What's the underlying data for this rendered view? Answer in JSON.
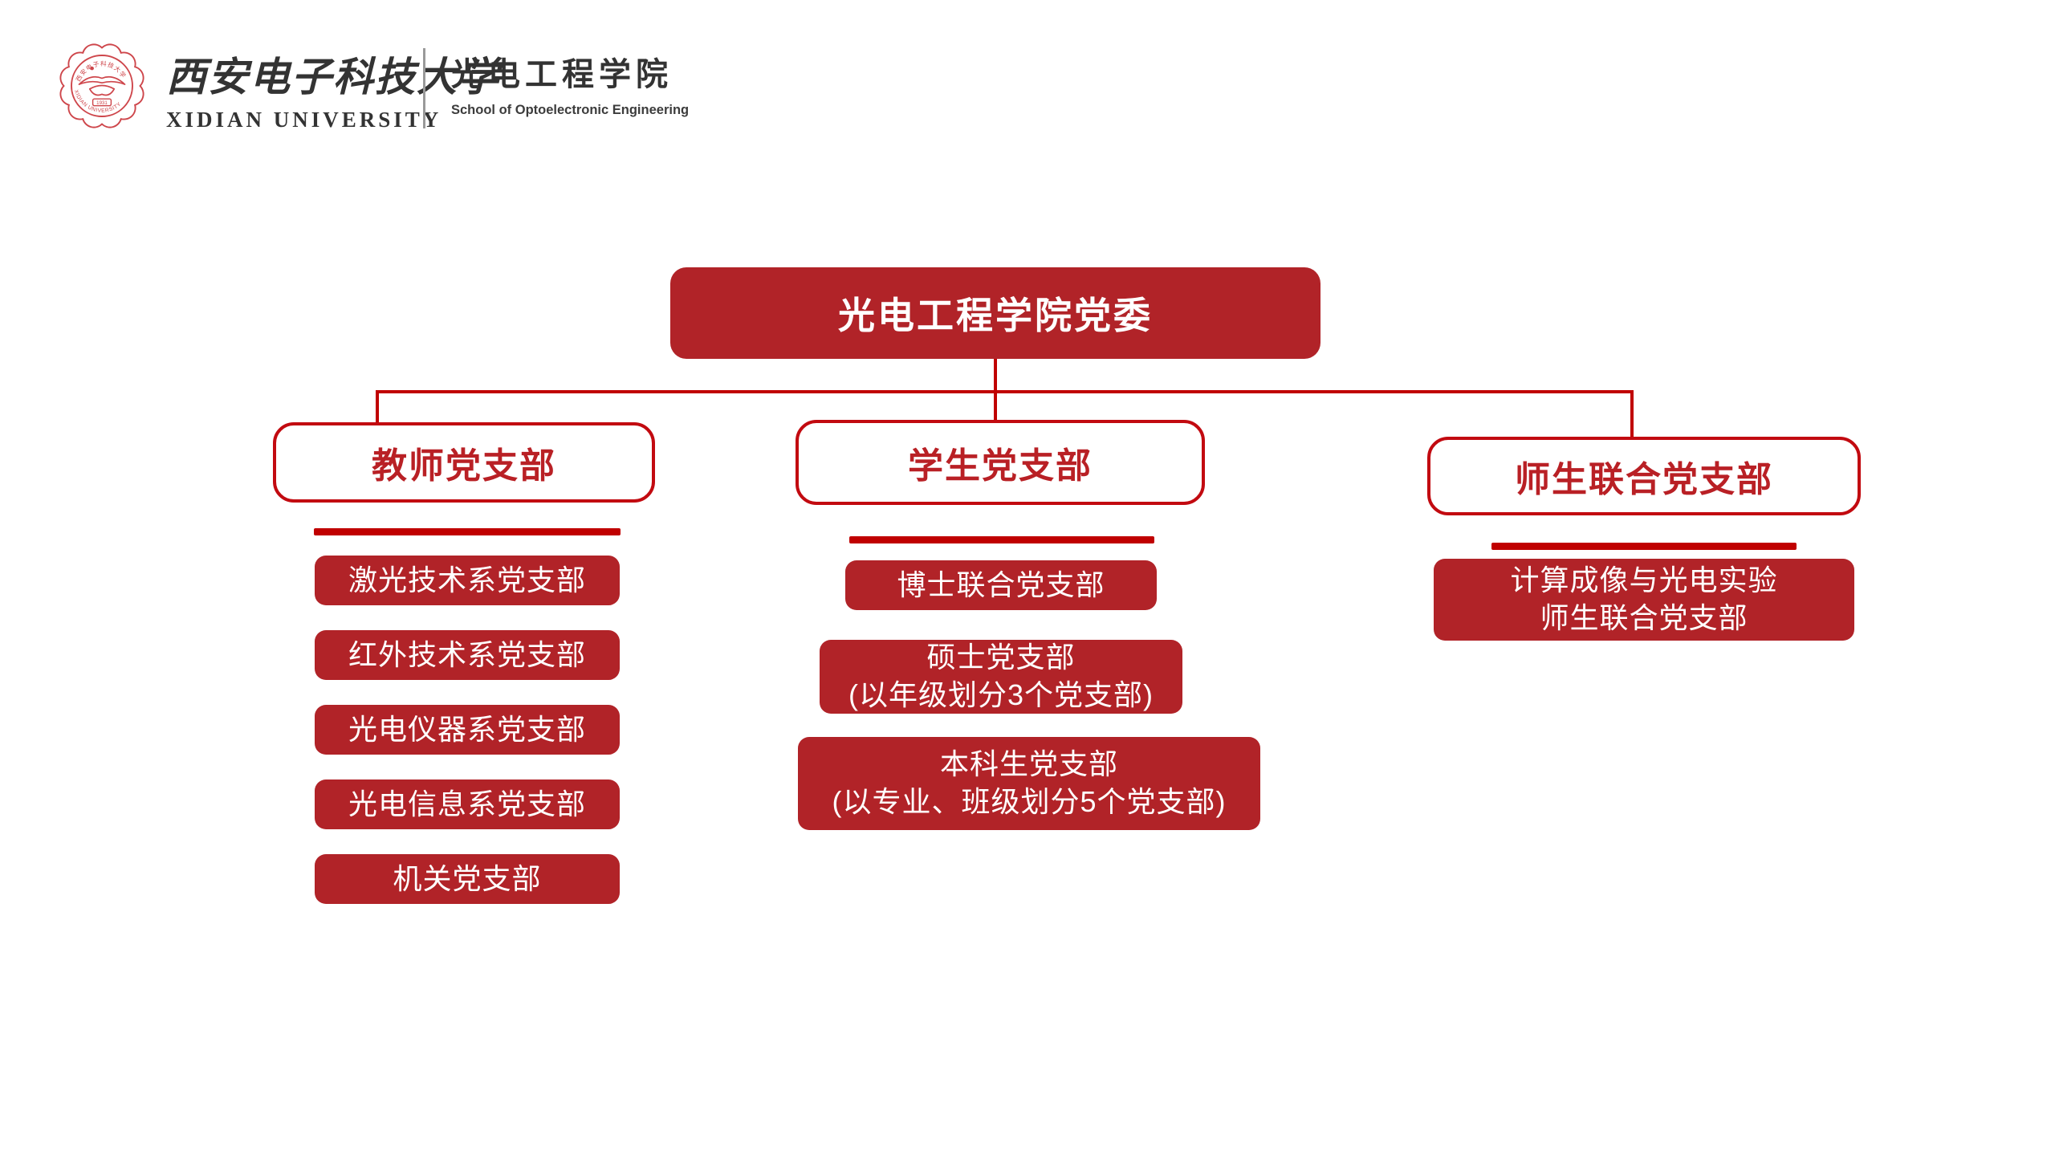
{
  "header": {
    "university_cn": "西安电子科技大学",
    "university_en": "XIDIAN UNIVERSITY",
    "school_cn": "光电工程学院",
    "school_en": "School of Optoelectronic Engineering",
    "seal": {
      "top_text": "西安电子科技大学",
      "bottom_text": "XIDIAN UNIVERSITY",
      "year": "1931"
    }
  },
  "org": {
    "root": {
      "label": "光电工程学院党委"
    },
    "branches": [
      {
        "title": "教师党支部",
        "children": [
          {
            "lines": [
              "激光技术系党支部"
            ]
          },
          {
            "lines": [
              "红外技术系党支部"
            ]
          },
          {
            "lines": [
              "光电仪器系党支部"
            ]
          },
          {
            "lines": [
              "光电信息系党支部"
            ]
          },
          {
            "lines": [
              "机关党支部"
            ]
          }
        ]
      },
      {
        "title": "学生党支部",
        "children": [
          {
            "lines": [
              "博士联合党支部"
            ]
          },
          {
            "lines": [
              "硕士党支部",
              "(以年级划分3个党支部)"
            ]
          },
          {
            "lines": [
              "本科生党支部",
              "(以专业、班级划分5个党支部)"
            ]
          }
        ]
      },
      {
        "title": "师生联合党支部",
        "children": [
          {
            "lines": [
              "计算成像与光电实验",
              "师生联合党支部"
            ]
          }
        ]
      }
    ]
  },
  "theme": {
    "background": "#FFFFFF",
    "box_fill": "#B12328",
    "box_text": "#FFFFFF",
    "outline_border": "#C20A10",
    "outline_text": "#B92025",
    "connector": "#C00000",
    "separator": "#C00000",
    "seal": "#CE464B",
    "ink": "#333333",
    "ink_soft": "#3C3C3C",
    "divider": "#9A9A9A"
  }
}
